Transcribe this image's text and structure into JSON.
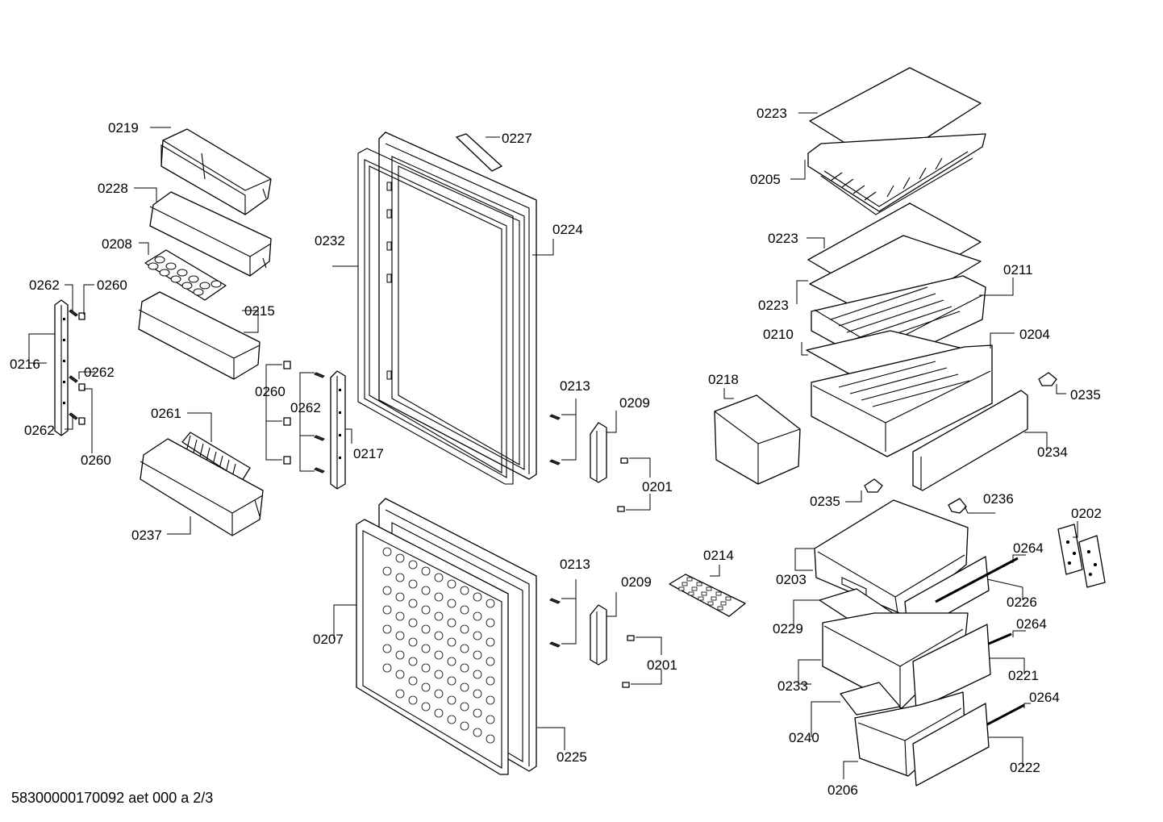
{
  "labels": {
    "l0219": "0219",
    "l0228": "0228",
    "l0208": "0208",
    "l0262a": "0262",
    "l0260a": "0260",
    "l0215": "0215",
    "l0216": "0216",
    "l0262b": "0262",
    "l0262c": "0262",
    "l0260b": "0260",
    "l0261": "0261",
    "l0237": "0237",
    "l0260c": "0260",
    "l0262d": "0262",
    "l0217": "0217",
    "l0227": "0227",
    "l0232": "0232",
    "l0224": "0224",
    "l0213a": "0213",
    "l0209a": "0209",
    "l0201a": "0201",
    "l0207": "0207",
    "l0213b": "0213",
    "l0209b": "0209",
    "l0201b": "0201",
    "l0225": "0225",
    "l0214": "0214",
    "l0223a": "0223",
    "l0205": "0205",
    "l0223b": "0223",
    "l0211": "0211",
    "l0223c": "0223",
    "l0210": "0210",
    "l0204": "0204",
    "l0218": "0218",
    "l0235a": "0235",
    "l0234": "0234",
    "l0235b": "0235",
    "l0236": "0236",
    "l0202": "0202",
    "l0203": "0203",
    "l0264a": "0264",
    "l0226": "0226",
    "l0229": "0229",
    "l0264b": "0264",
    "l0233": "0233",
    "l0221": "0221",
    "l0264c": "0264",
    "l0240": "0240",
    "l0222": "0222",
    "l0206": "0206"
  },
  "footer": "58300000170092 aet 000 a 2/3"
}
